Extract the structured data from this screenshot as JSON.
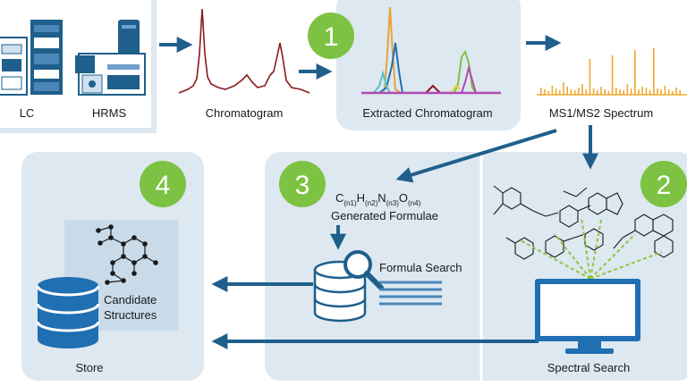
{
  "labels": {
    "lc": "LC",
    "hrms": "HRMS",
    "chromatogram": "Chromatogram",
    "extracted": "Extracted Chromatogram",
    "spectrum": "MS1/MS2 Spectrum",
    "generated": "Generated Formulae",
    "formula_search": "Formula Search",
    "candidate_1": "Candidate",
    "candidate_2": "Structures",
    "store": "Store",
    "spectral_search": "Spectral Search"
  },
  "formula": {
    "c": "C",
    "c_sub": "(n1)",
    "h": "H",
    "h_sub": "(n2)",
    "n": "N",
    "n_sub": "(n3)",
    "o": "O",
    "o_sub": "(n4)"
  },
  "steps": [
    "1",
    "2",
    "3",
    "4"
  ],
  "colors": {
    "panel": "#dde8f1",
    "panel_dark": "#c9dbe9",
    "arrow": "#1f5f8b",
    "badge": "#7dc242",
    "store": "#1f6fb2",
    "chromatogram_line": "#8b1a1a",
    "spectrum_bars": "#f0a830",
    "green_dash": "#8cc63f"
  }
}
